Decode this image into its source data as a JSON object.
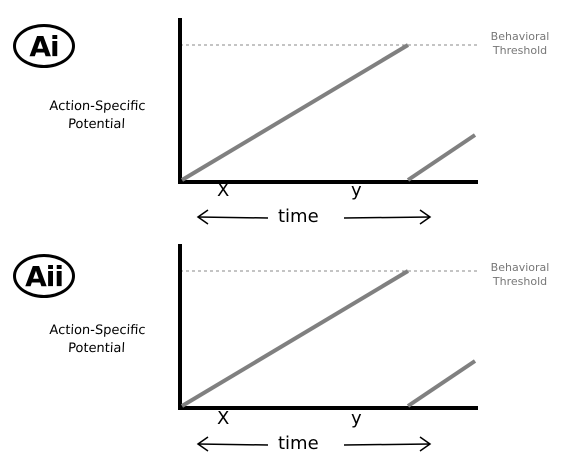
{
  "panels": [
    {
      "label": "Ai",
      "y_label_line1": "Action-Specific",
      "y_label_line2": "Potential",
      "threshold_line1": "Behavioral",
      "threshold_line2": "Threshold",
      "tick_x": "X",
      "tick_y": "y",
      "axis_label": "time"
    },
    {
      "label": "Aii",
      "y_label_line1": "Action-Specific",
      "y_label_line2": "Potential",
      "threshold_line1": "Behavioral",
      "threshold_line2": "Threshold",
      "tick_x": "X",
      "tick_y": "y",
      "axis_label": "time"
    }
  ],
  "colors": {
    "axis": "#000000",
    "ramp": "#808080",
    "threshold": "#888888"
  }
}
